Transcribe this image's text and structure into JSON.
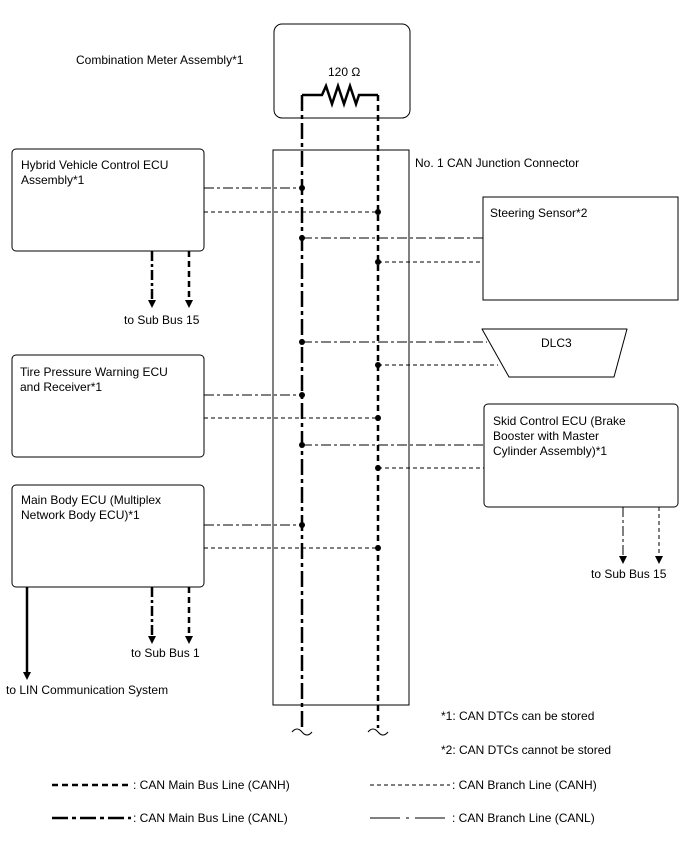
{
  "meter": {
    "label": "Combination Meter Assembly*1",
    "resistor": "120 Ω"
  },
  "junction": {
    "label": "No. 1 CAN Junction Connector"
  },
  "ecus": {
    "hybrid": {
      "line1": "Hybrid Vehicle Control ECU",
      "line2": "Assembly*1"
    },
    "tire": {
      "line1": "Tire Pressure Warning ECU",
      "line2": "and Receiver*1"
    },
    "body": {
      "line1": "Main Body ECU (Multiplex",
      "line2": "Network Body ECU)*1"
    },
    "steering": {
      "line1": "Steering Sensor*2"
    },
    "dlc3": {
      "line1": "DLC3"
    },
    "skid": {
      "line1": "Skid Control ECU (Brake",
      "line2": "Booster with Master",
      "line3": "Cylinder Assembly)*1"
    }
  },
  "destinations": {
    "hybrid_sub": "to Sub Bus 15",
    "body_sub": "to Sub Bus 1",
    "lin": "to LIN Communication System",
    "skid_sub": "to Sub Bus 15"
  },
  "notes": {
    "note1": "*1: CAN DTCs can be stored",
    "note2": "*2: CAN DTCs cannot be stored"
  },
  "legend": {
    "main_canh": ": CAN Main Bus Line (CANH)",
    "main_canl": ": CAN Main Bus Line (CANL)",
    "branch_canh": ": CAN Branch Line (CANH)",
    "branch_canl": ": CAN Branch Line (CANL)"
  }
}
